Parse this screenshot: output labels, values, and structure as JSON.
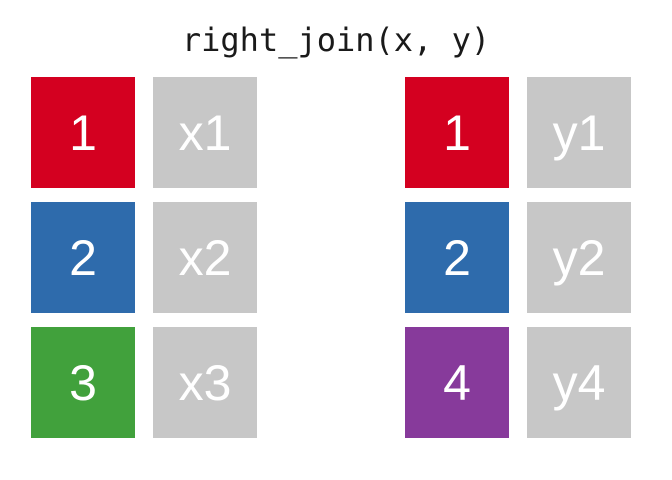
{
  "title": "right_join(x, y)",
  "colors": {
    "background": "#FFFFFF",
    "title_text": "#1A1A1A",
    "cell_text": "#FFFFFF",
    "key_red": "#D40020",
    "key_blue": "#2E6BAC",
    "key_green": "#41A13C",
    "key_purple": "#873A9B",
    "value_gray": "#C7C7C7"
  },
  "tables": {
    "x": {
      "rows": [
        {
          "key": "1",
          "key_color": "#D40020",
          "value": "x1",
          "value_color": "#C7C7C7"
        },
        {
          "key": "2",
          "key_color": "#2E6BAC",
          "value": "x2",
          "value_color": "#C7C7C7"
        },
        {
          "key": "3",
          "key_color": "#41A13C",
          "value": "x3",
          "value_color": "#C7C7C7"
        }
      ]
    },
    "y": {
      "rows": [
        {
          "key": "1",
          "key_color": "#D40020",
          "value": "y1",
          "value_color": "#C7C7C7"
        },
        {
          "key": "2",
          "key_color": "#2E6BAC",
          "value": "y2",
          "value_color": "#C7C7C7"
        },
        {
          "key": "4",
          "key_color": "#873A9B",
          "value": "y4",
          "value_color": "#C7C7C7"
        }
      ]
    }
  }
}
